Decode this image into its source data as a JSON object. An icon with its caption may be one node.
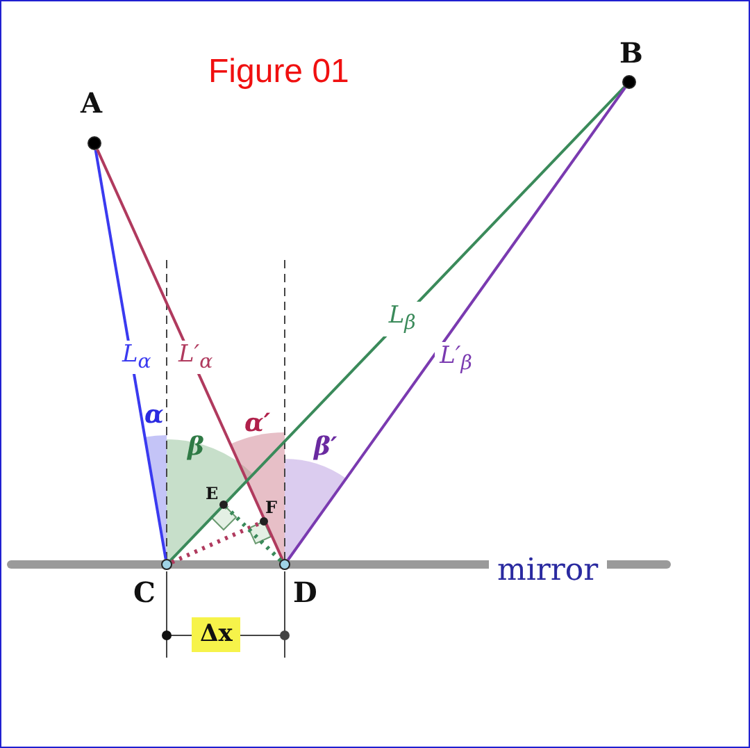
{
  "diagram": {
    "title": "Figure 01",
    "nodes": [
      {
        "text": [
          "A"
        ]
      },
      {
        "text": [
          "B"
        ]
      },
      {
        "text": [
          "C"
        ]
      },
      {
        "text": [
          "D"
        ]
      },
      {
        "text": [
          "E"
        ]
      },
      {
        "text": [
          "F"
        ]
      }
    ],
    "edges": [
      {
        "from": 0,
        "to": 2,
        "arrow": "none",
        "label": "L$_{α}$",
        "color": "#3a3af0"
      },
      {
        "from": 0,
        "to": 3,
        "arrow": "none",
        "label": "L′$_{α}$",
        "color": "#b03a5e"
      },
      {
        "from": 1,
        "to": 2,
        "arrow": "none",
        "label": "L$_{β}$",
        "color": "#3a8a5a"
      },
      {
        "from": 1,
        "to": 3,
        "arrow": "none",
        "label": "L′$_{β}$",
        "color": "#7a3ab0"
      },
      {
        "from": 2,
        "to": 5,
        "arrow": "none",
        "style": "dashed",
        "color": "#b03a5e"
      },
      {
        "from": 3,
        "to": 4,
        "arrow": "none",
        "style": "dashed",
        "color": "#3a8a5a"
      }
    ],
    "labels": [
      "α",
      "β",
      "α′",
      "β′",
      "mirror",
      "Δx"
    ]
  }
}
